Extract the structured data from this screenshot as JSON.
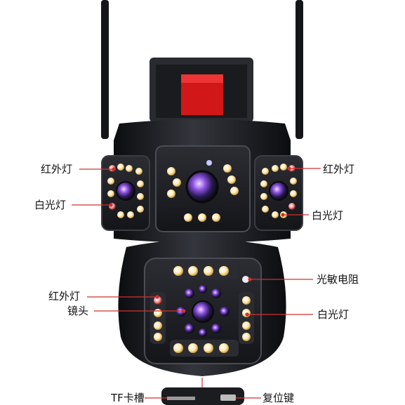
{
  "labels": {
    "ir_left": "红外灯",
    "white_left": "白光灯",
    "ir_right": "红外灯",
    "white_right": "白光灯",
    "photoresistor": "光敏电阻",
    "ir_bottom": "红外灯",
    "lens": "镜头",
    "white_bottom": "白光灯",
    "tf_slot": "TF卡槽",
    "reset_key": "复位键"
  },
  "colors": {
    "body": "#1e1f24",
    "accent": "#d11717",
    "ir_led": "#ffe7c2",
    "white_led": "#fff6c8",
    "lens": "#6b3fd6",
    "leader_line": "#d03030"
  }
}
